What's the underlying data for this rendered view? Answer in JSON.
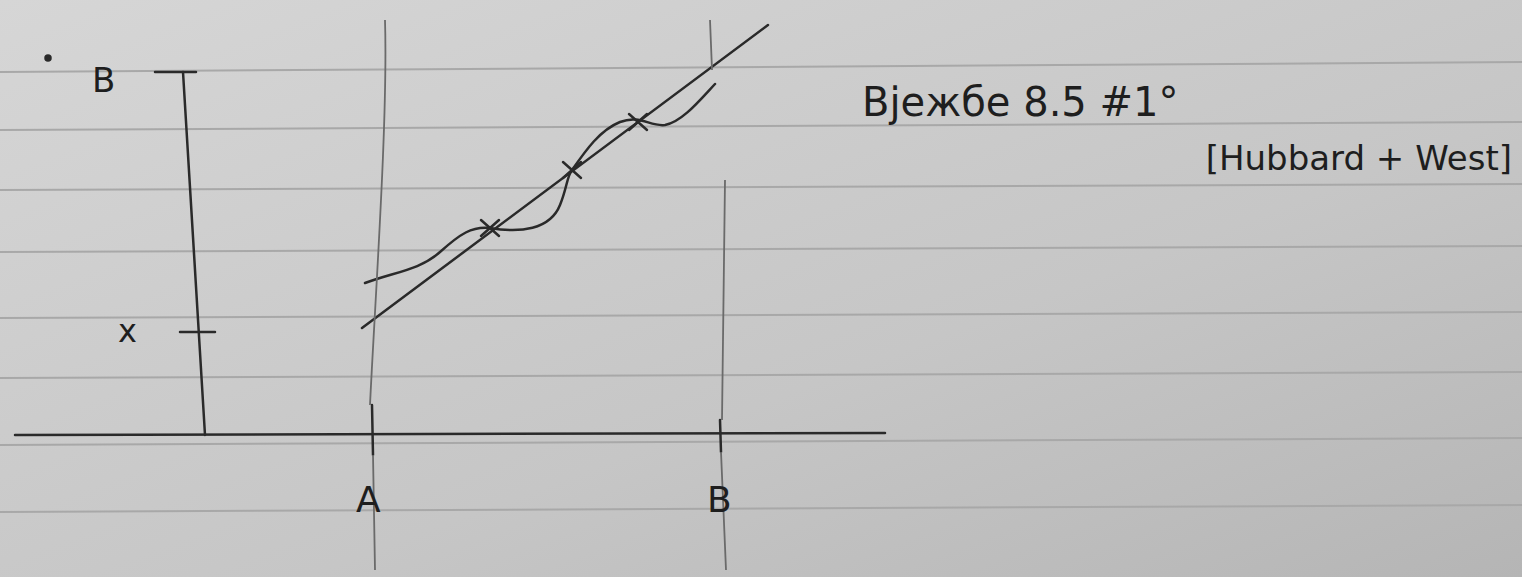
{
  "diagram": {
    "labels": [
      "B",
      "x",
      "A",
      "B",
      "Вјежбе 8.5 #1°",
      "[Hubbard + West]"
    ]
  }
}
